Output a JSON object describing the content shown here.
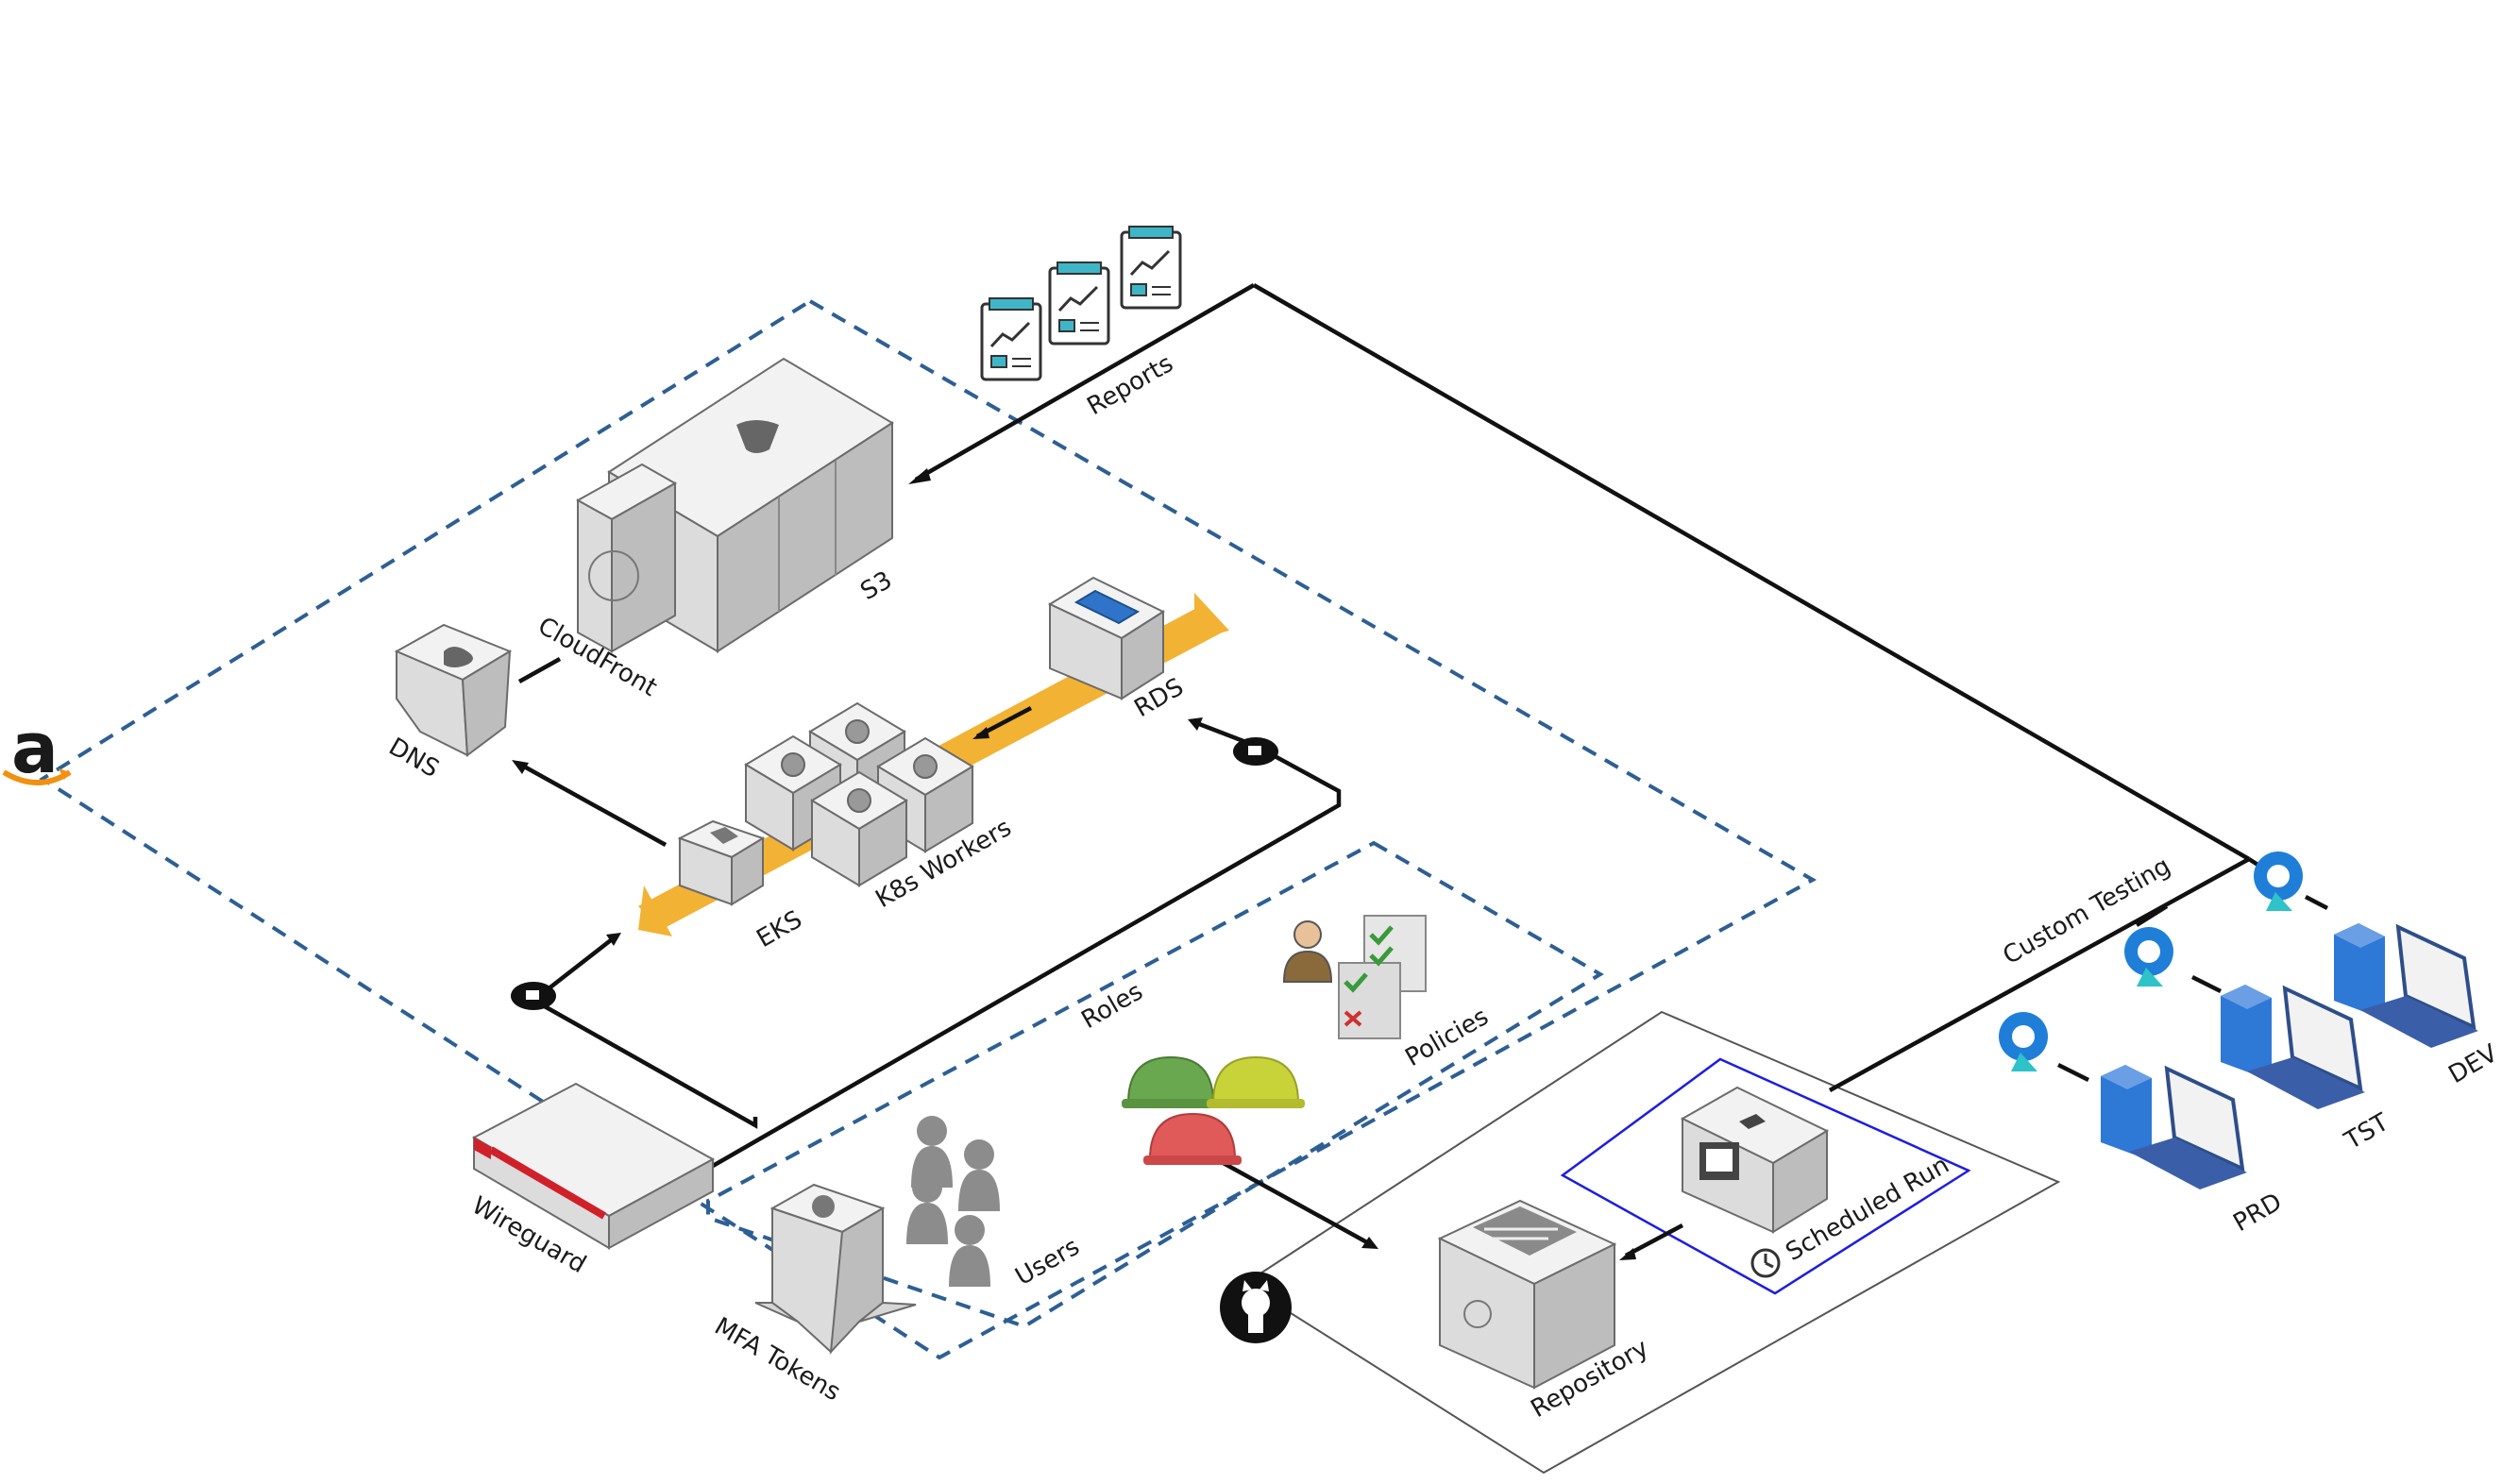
{
  "labels": {
    "reports": "Reports",
    "s3": "S3",
    "cloudfront": "CloudFront",
    "dns": "DNS",
    "rds": "RDS",
    "k8s_workers": "K8s Workers",
    "eks": "EKS",
    "roles": "Roles",
    "policies": "Policies",
    "users": "Users",
    "mfa_tokens": "MFA Tokens",
    "wireguard": "Wireguard",
    "custom_testing": "Custom Testing",
    "scheduled_run": "Scheduled Run",
    "repository": "Repository",
    "dev": "DEV",
    "tst": "TST",
    "prd": "PRD"
  },
  "colors": {
    "aws_zone_border": "#2d5f94",
    "iam_zone_border": "#2d5f94",
    "scheduled_frame": "#1d1de0",
    "eks_band": "#f2b233",
    "wireguard_red": "#d0202a",
    "rds_top": "#2f74c9",
    "server_blue": "#2e78d6",
    "helmet_green": "#6aa84f",
    "helmet_yellow": "#c8d33a",
    "helmet_red": "#e05a5a",
    "report_teal": "#3fb6c8",
    "azure_blue": "#1f7fd8"
  },
  "icons": {
    "aws": "amazon-logo-icon",
    "github": "github-logo-icon",
    "lock": "lock-icon",
    "clock": "clock-icon",
    "azure": "azure-devops-icon",
    "report": "report-document-icon"
  }
}
